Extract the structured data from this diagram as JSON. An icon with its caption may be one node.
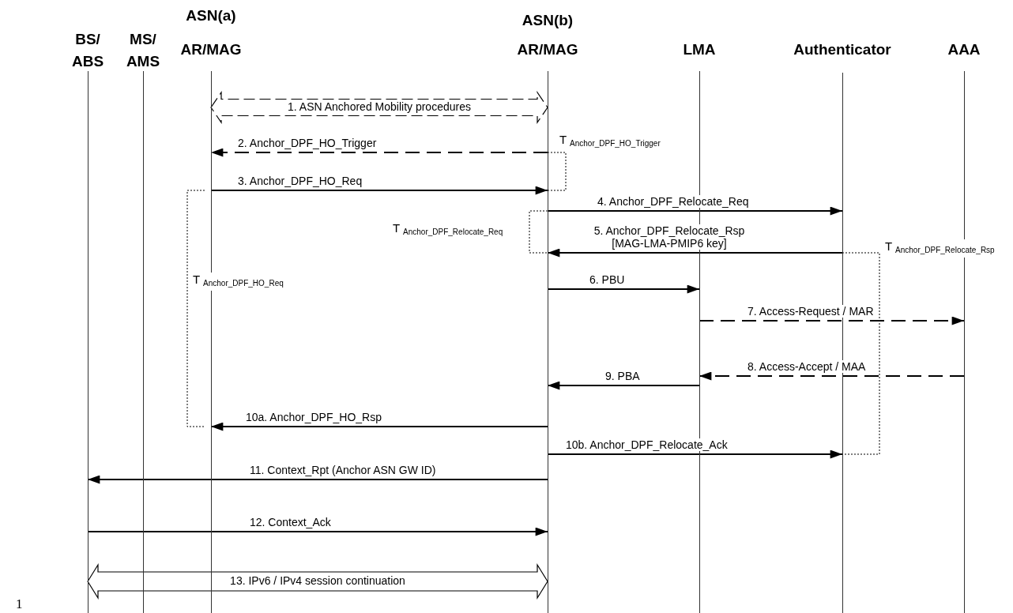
{
  "diagram": {
    "nodes": [
      {
        "text": [
          "BS/ ABS"
        ]
      },
      {
        "text": [
          "MS/ AMS"
        ]
      },
      {
        "text": [
          "ASN(a)",
          "AR/MAG"
        ]
      },
      {
        "text": [
          "ASN(b)",
          "AR/MAG"
        ]
      },
      {
        "text": [
          "LMA"
        ]
      },
      {
        "text": [
          "Authenticator"
        ]
      },
      {
        "text": [
          "AAA"
        ]
      }
    ],
    "edges": [
      {
        "from": 2,
        "to": 3,
        "arrow": "both",
        "label": "1. ASN Anchored Mobility procedures",
        "style": "dashed"
      },
      {
        "from": 3,
        "to": 2,
        "arrow": "to",
        "label": "2.  Anchor_DPF_HO_Trigger",
        "style": "dashed"
      },
      {
        "from": 2,
        "to": 3,
        "arrow": "to",
        "label": "3.  Anchor_DPF_HO_Req"
      },
      {
        "from": 3,
        "to": 5,
        "arrow": "to",
        "label": "4. Anchor_DPF_Relocate_Req"
      },
      {
        "from": 5,
        "to": 3,
        "arrow": "to",
        "label": "5. Anchor_DPF_Relocate_Rsp [MAG-LMA-PMIP6 key]"
      },
      {
        "from": 3,
        "to": 4,
        "arrow": "to",
        "label": "6. PBU"
      },
      {
        "from": 4,
        "to": 6,
        "arrow": "to",
        "label": "7. Access-Request / MAR",
        "style": "dashed"
      },
      {
        "from": 6,
        "to": 4,
        "arrow": "to",
        "label": "8. Access-Accept / MAA",
        "style": "dashed"
      },
      {
        "from": 4,
        "to": 3,
        "arrow": "to",
        "label": "9. PBA"
      },
      {
        "from": 3,
        "to": 2,
        "arrow": "to",
        "label": "10a.  Anchor_DPF_HO_Rsp"
      },
      {
        "from": 3,
        "to": 5,
        "arrow": "to",
        "label": "10b. Anchor_DPF_Relocate_Ack"
      },
      {
        "from": 3,
        "to": 0,
        "arrow": "to",
        "label": "11.  Context_Rpt (Anchor ASN GW ID)"
      },
      {
        "from": 0,
        "to": 3,
        "arrow": "to",
        "label": "12. Context_Ack"
      },
      {
        "from": 0,
        "to": 3,
        "arrow": "both",
        "label": "13. IPv6 / IPv4 session continuation"
      }
    ],
    "labels": [
      "T $_{Anchor_DPF_HO_Trigger}$",
      "T $_{Anchor_DPF_Relocate_Req}$",
      "T $_{Anchor_DPF_Relocate_Rsp}$",
      "T $_{Anchor_DPF_HO_Req}$",
      "1"
    ]
  }
}
